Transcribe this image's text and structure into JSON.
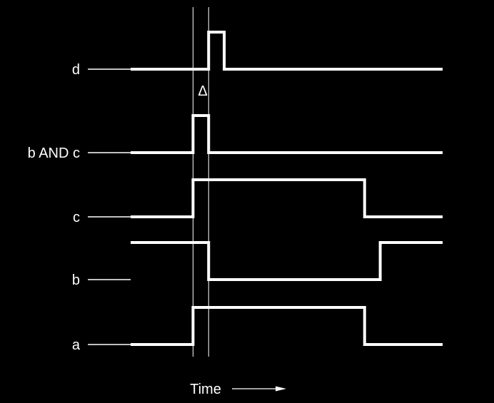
{
  "diagram": {
    "type": "timing-diagram",
    "time_range": [
      0,
      20
    ],
    "delta_label": "Δ",
    "delta_markers": [
      4,
      5
    ],
    "axis_label": "Time",
    "signals": [
      {
        "id": "d",
        "label": "d",
        "high_intervals": [
          [
            5,
            6
          ]
        ],
        "initial_line": "low"
      },
      {
        "id": "bandc",
        "label": "b AND c",
        "high_intervals": [
          [
            4,
            5
          ]
        ]
      },
      {
        "id": "c",
        "label": "c",
        "high_intervals": [
          [
            4,
            15
          ]
        ]
      },
      {
        "id": "b",
        "label": "b",
        "high_intervals": [
          [
            0,
            5
          ],
          [
            16,
            20
          ]
        ]
      },
      {
        "id": "a",
        "label": "a",
        "high_intervals": [
          [
            4,
            15
          ]
        ]
      }
    ],
    "colors": {
      "background": "#000000",
      "foreground": "#ffffff"
    }
  }
}
